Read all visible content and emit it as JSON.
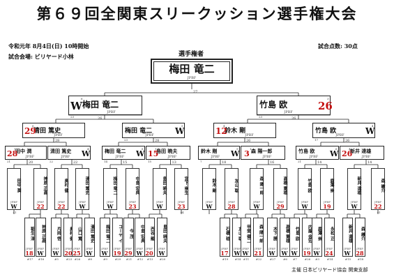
{
  "title": "第６９回全関東スリークッション選手権大会",
  "date": "令和元年 8月4日(日) 10時開始",
  "venue": "試合会場: ビリヤード小林",
  "score_points": "試合点数: 30点",
  "champion_label": "選手権者",
  "champion": {
    "name": "梅田 竜二",
    "aff": "JPBF"
  },
  "final_score": "27",
  "finalists": [
    {
      "name": "梅田 竜二",
      "aff": "JPBF",
      "result": "W",
      "num": "23",
      "sup": "6"
    },
    {
      "name": "竹島 欧",
      "aff": "JPBF",
      "result": "26",
      "num": "23",
      "sup": "3"
    }
  ],
  "final_line_scores": [
    "26",
    "26"
  ],
  "semis": [
    {
      "name": "清田 篤史",
      "aff": "JPBF",
      "result": "29",
      "num": "",
      "sup": "6"
    },
    {
      "name": "梅田 竜二",
      "aff": "JPBF",
      "result": "W",
      "num": "23",
      "sup": "5"
    },
    {
      "name": "鈴木 剛",
      "aff": "JPBF",
      "result": "12",
      "num": "",
      "sup": "4"
    },
    {
      "name": "竹島 欧",
      "aff": "JPBF",
      "result": "W",
      "num": "17",
      "sup": "4"
    }
  ],
  "semi_line_scores": [
    "28",
    "28",
    "26",
    "26"
  ],
  "quarters": [
    {
      "name": "田中 潤",
      "aff": "JPBF",
      "result": "28",
      "num": "21",
      "sup": "1"
    },
    {
      "name": "清田 篤史",
      "aff": "JPBF",
      "result": "W",
      "num": "22",
      "sup": "4"
    },
    {
      "name": "梅田 竜二",
      "aff": "JPBF",
      "result": "W",
      "num": "14",
      "sup": "8"
    },
    {
      "name": "島田 暁夫",
      "aff": "JPBF",
      "result": "15",
      "num": "15",
      "sup": "1"
    },
    {
      "name": "鈴木 剛",
      "aff": "JPBF",
      "result": "W",
      "num": "7",
      "sup": "9"
    },
    {
      "name": "森 陽一郎",
      "aff": "JPBF",
      "result": "3",
      "num": "",
      "sup": "1"
    },
    {
      "name": "竹島 欧",
      "aff": "JPBF",
      "result": "W",
      "num": "21",
      "sup": "6"
    },
    {
      "name": "新井 達雄",
      "aff": "JPBF",
      "result": "26",
      "num": "",
      "sup": "4"
    }
  ],
  "quarter_line_scores": [
    "20",
    "22",
    "15",
    "13",
    "18",
    "16",
    "14",
    "14"
  ],
  "r16": [
    {
      "name": "田中 潤",
      "result": "W",
      "num": "41"
    },
    {
      "name": "神原 正高",
      "result": "22",
      "num": ""
    },
    {
      "name": "奥村 健",
      "result": "22",
      "num": ""
    },
    {
      "name": "清田 篤史",
      "result": "W",
      "num": ""
    },
    {
      "name": "梅田 竜二",
      "result": "W",
      "num": ""
    },
    {
      "name": "中島 宏典",
      "result": "23",
      "num": ""
    },
    {
      "name": "島田 暁夫",
      "result": "W",
      "num": ""
    },
    {
      "name": "宮下 崇生",
      "result": "23",
      "num": "94"
    },
    {
      "name": "鈴木 剛",
      "result": "W",
      "num": ""
    },
    {
      "name": "友山 聡",
      "result": "28",
      "num": ""
    },
    {
      "name": "森 陽一郎",
      "result": "W",
      "num": ""
    },
    {
      "name": "高橋 憲雄",
      "result": "29",
      "num": ""
    },
    {
      "name": "竹島 欧",
      "result": "W",
      "num": ""
    },
    {
      "name": "鹿澤 崇",
      "result": "19",
      "num": ""
    },
    {
      "name": "新井 達雄",
      "result": "W",
      "num": ""
    },
    {
      "name": "森 謙介",
      "result": "22",
      "num": "91"
    }
  ],
  "r32": [
    {
      "name": "稲生 淳",
      "result": "18",
      "num": "#17"
    },
    {
      "name": "神原 正高",
      "result": "W",
      "num": "#16"
    },
    {
      "name": "片岡 悟",
      "result": "W",
      "num": "#5"
    },
    {
      "name": "奥村 健",
      "result": "20",
      "num": "#23"
    },
    {
      "name": "山口 篤",
      "result": "25",
      "num": "#26"
    },
    {
      "name": "清田 篤史",
      "result": "W",
      "num": "#8"
    },
    {
      "name": "梅田 竜二",
      "result": "W",
      "num": "#9"
    },
    {
      "name": "コーヤ イ",
      "result": "19",
      "num": "#29"
    },
    {
      "name": "今 茂",
      "result": "29",
      "num": "#21"
    },
    {
      "name": "中島 宏典",
      "result": "W",
      "num": "#12"
    },
    {
      "name": "西谷 龍",
      "result": "20",
      "num": "#13"
    },
    {
      "name": "島田 暁夫",
      "result": "W",
      "num": "#20"
    },
    {
      "name": "石橋 稔",
      "result": "17",
      "num": "#19"
    },
    {
      "name": "友山 聡",
      "result": "W",
      "num": "#14"
    },
    {
      "name": "甲斐 健二",
      "result": "W",
      "num": "#11"
    },
    {
      "name": "森 陽一郎",
      "result": "21",
      "num": "#22"
    },
    {
      "name": "木下 勝",
      "result": "W",
      "num": "#27"
    },
    {
      "name": "高橋 憲雄",
      "result": "W",
      "num": "#6"
    },
    {
      "name": "竹島 欧",
      "result": "W",
      "num": "#7"
    },
    {
      "name": "内藤 金宏",
      "result": "19",
      "num": "#26"
    },
    {
      "name": "鹿澤 崇",
      "result": "W",
      "num": "#3"
    },
    {
      "name": "永松 正",
      "result": "24",
      "num": "#14"
    },
    {
      "name": "新井 達雄",
      "result": "W",
      "num": "#15"
    },
    {
      "name": "森 謙介",
      "result": "28",
      "num": "#18"
    }
  ],
  "footer": "主催 日本ビリヤード協会 関東支部"
}
